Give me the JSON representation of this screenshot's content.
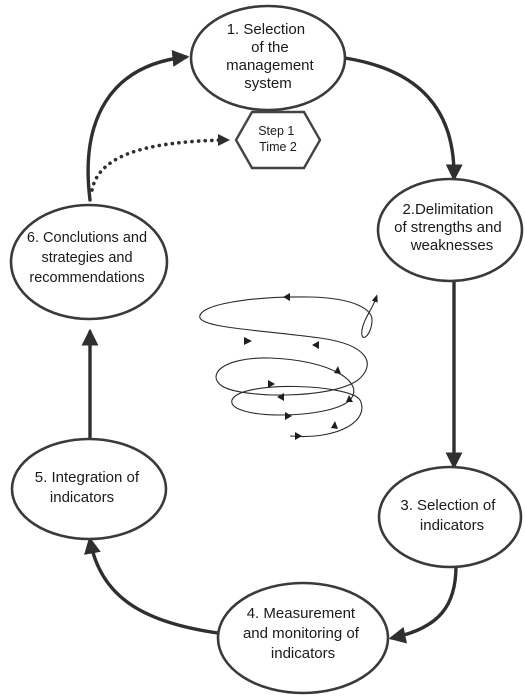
{
  "diagram": {
    "nodes": [
      {
        "id": "n1",
        "lines": [
          "1. Selection",
          "of the",
          "management",
          "system"
        ]
      },
      {
        "id": "n2",
        "lines": [
          "2.Delimitation",
          "of strengths and",
          "weaknesses"
        ]
      },
      {
        "id": "n3",
        "lines": [
          "3. Selection of",
          "indicators"
        ]
      },
      {
        "id": "n4",
        "lines": [
          "4. Measurement",
          "and monitoring of",
          "indicators"
        ]
      },
      {
        "id": "n5",
        "lines": [
          "5. Integration of",
          "indicators"
        ]
      },
      {
        "id": "n6",
        "lines": [
          "6. Conclutions and",
          "strategies and",
          "recommendations"
        ]
      }
    ],
    "hexagon": {
      "lines": [
        "Step 1",
        "Time 2"
      ]
    },
    "colors": {
      "stroke": "#2f2f2f",
      "node_fill": "#ffffff",
      "text": "#1a1a1a"
    }
  }
}
